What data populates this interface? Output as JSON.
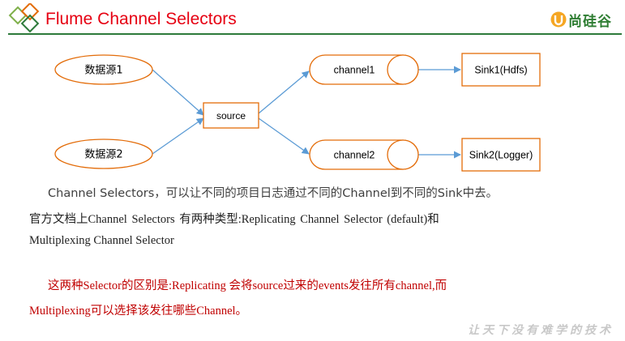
{
  "header": {
    "title": "Flume Channel Selectors",
    "brand": "尚硅谷"
  },
  "diagram": {
    "sources": [
      "数据源1",
      "数据源2"
    ],
    "source": "source",
    "channels": [
      "channel1",
      "channel2"
    ],
    "sinks": [
      "Sink1(Hdfs)",
      "Sink2(Logger)"
    ]
  },
  "body": {
    "line1": "Channel Selectors，可以让不同的项目日志通过不同的Channel到不同的Sink中去。",
    "line2": "官方文档上Channel Selectors 有两种类型:Replicating Channel Selector (default)和",
    "line3": "Multiplexing Channel Selector",
    "line4": "这两种Selector的区别是:Replicating 会将source过来的events发往所有channel,而",
    "line5": "Multiplexing可以选择该发往哪些Channel。"
  },
  "footer": {
    "slogan": "让天下没有难学的技术"
  },
  "colors": {
    "title": "#e60012",
    "accent_line": "#2d7a3a",
    "node_border": "#e36c09",
    "edge": "#5b9bd5",
    "highlight_text": "#c00000"
  },
  "icons": [
    "logo-diamonds-icon",
    "brand-u-icon"
  ]
}
